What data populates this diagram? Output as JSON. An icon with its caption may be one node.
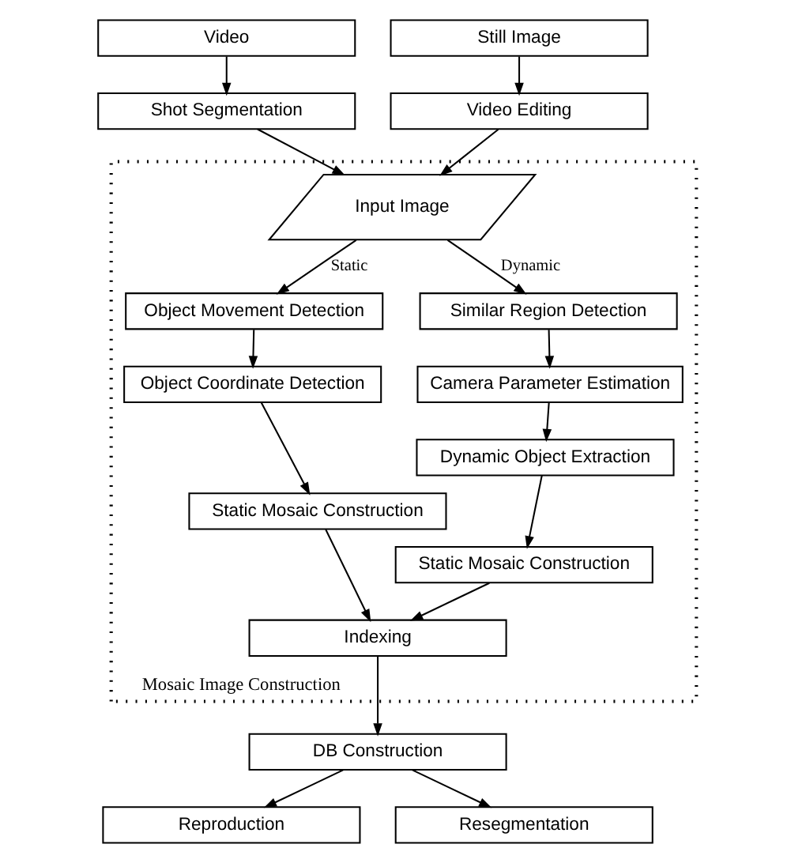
{
  "diagram": {
    "nodes": [
      {
        "text": [
          "Video"
        ]
      },
      {
        "text": [
          "Still Image"
        ]
      },
      {
        "text": [
          "Shot Segmentation"
        ]
      },
      {
        "text": [
          "Video Editing"
        ]
      },
      {
        "text": [
          "Mosaic Image Construction"
        ]
      },
      {
        "text": [
          "Input Image"
        ],
        "in": 4
      },
      {
        "text": [
          "Object Movement Detection"
        ],
        "in": 4
      },
      {
        "text": [
          "Similar Region Detection"
        ],
        "in": 4
      },
      {
        "text": [
          "Object Coordinate Detection"
        ],
        "in": 4
      },
      {
        "text": [
          "Camera Parameter Estimation"
        ],
        "in": 4
      },
      {
        "text": [
          "Static Mosaic Construction"
        ],
        "in": 4
      },
      {
        "text": [
          "Dynamic Object Extraction"
        ],
        "in": 4
      },
      {
        "text": [
          "Static Mosaic Construction"
        ],
        "in": 4
      },
      {
        "text": [
          "Indexing"
        ],
        "in": 4
      },
      {
        "text": [
          "DB Construction"
        ]
      },
      {
        "text": [
          "Reproduction"
        ]
      },
      {
        "text": [
          "Resegmentation"
        ]
      }
    ],
    "edges": [
      {
        "from": 0,
        "to": 2,
        "arrow": "to"
      },
      {
        "from": 1,
        "to": 3,
        "arrow": "to"
      },
      {
        "from": 2,
        "to": 5,
        "arrow": "to"
      },
      {
        "from": 3,
        "to": 5,
        "arrow": "to"
      },
      {
        "from": 5,
        "to": 6,
        "arrow": "to",
        "label": "Static"
      },
      {
        "from": 5,
        "to": 7,
        "arrow": "to",
        "label": "Dynamic"
      },
      {
        "from": 6,
        "to": 8,
        "arrow": "to"
      },
      {
        "from": 8,
        "to": 10,
        "arrow": "to"
      },
      {
        "from": 7,
        "to": 9,
        "arrow": "to"
      },
      {
        "from": 9,
        "to": 11,
        "arrow": "to"
      },
      {
        "from": 11,
        "to": 12,
        "arrow": "to"
      },
      {
        "from": 10,
        "to": 13,
        "arrow": "to"
      },
      {
        "from": 12,
        "to": 13,
        "arrow": "to"
      },
      {
        "from": 13,
        "to": 14,
        "arrow": "to"
      },
      {
        "from": 14,
        "to": 15,
        "arrow": "to"
      },
      {
        "from": 14,
        "to": 16,
        "arrow": "to"
      }
    ]
  }
}
